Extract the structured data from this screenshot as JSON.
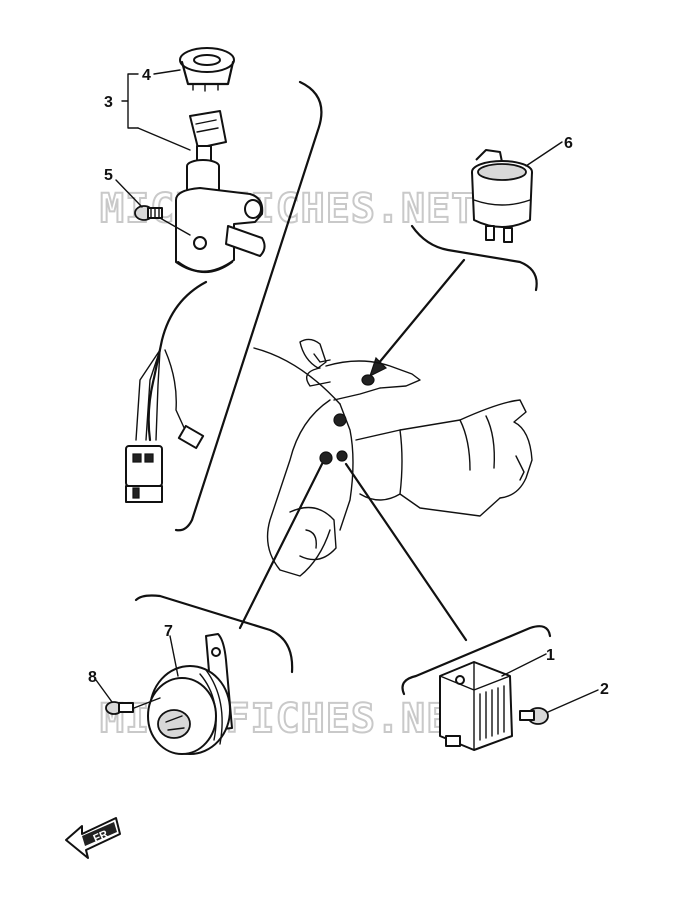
{
  "diagram": {
    "watermarks": [
      "MICROFICHES.NET",
      "MICROFICHES.NET"
    ],
    "callouts": {
      "c1": "1",
      "c2": "2",
      "c3": "3",
      "c4": "4",
      "c5": "5",
      "c6": "6",
      "c7": "7",
      "c8": "8"
    },
    "front_arrow_label": "FR"
  },
  "colors": {
    "ink": "#111111",
    "watermark": "#c9c9c9",
    "paper": "#ffffff"
  }
}
